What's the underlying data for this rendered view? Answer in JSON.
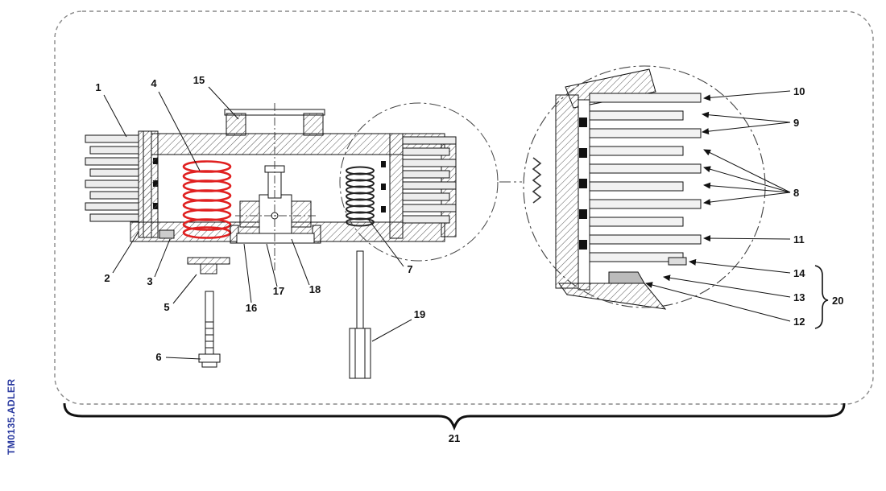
{
  "figure": {
    "watermark": "TM0135.ADLER",
    "callouts": {
      "n1": "1",
      "n2": "2",
      "n3": "3",
      "n4": "4",
      "n5": "5",
      "n6": "6",
      "n7": "7",
      "n8": "8",
      "n9": "9",
      "n10": "10",
      "n11": "11",
      "n12": "12",
      "n13": "13",
      "n14": "14",
      "n15": "15",
      "n16": "16",
      "n17": "17",
      "n18": "18",
      "n19": "19",
      "n20": "20",
      "n21": "21"
    },
    "colors": {
      "spring_highlight": "#e02020",
      "watermark_blue": "#2a3aa0",
      "line": "#111111"
    }
  }
}
